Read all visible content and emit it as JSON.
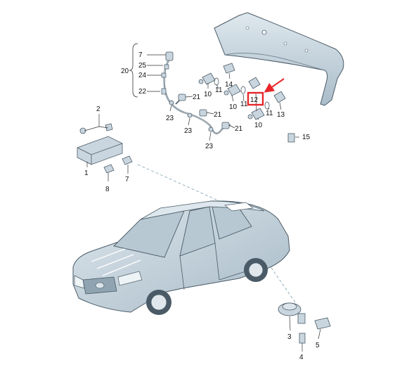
{
  "callouts": {
    "c1": "1",
    "c2": "2",
    "c3": "3",
    "c4": "4",
    "c5": "5",
    "c7a": "7",
    "c7b": "7",
    "c8": "8",
    "c10a": "10",
    "c10b": "10",
    "c10c": "10",
    "c11a": "11",
    "c11b": "11",
    "c11c": "11",
    "c12": "12",
    "c13": "13",
    "c14": "14",
    "c15": "15",
    "c20": "20",
    "c21a": "21",
    "c21b": "21",
    "c21c": "21",
    "c22": "22",
    "c23a": "23",
    "c23b": "23",
    "c23c": "23",
    "c24": "24",
    "c25": "25"
  },
  "colors": {
    "part_fill": "#c9d6df",
    "part_stroke": "#4a5a66",
    "highlight": "#e8262a",
    "leader": "#333333",
    "dash": "#7fa0b3"
  },
  "highlighted_part": "12"
}
